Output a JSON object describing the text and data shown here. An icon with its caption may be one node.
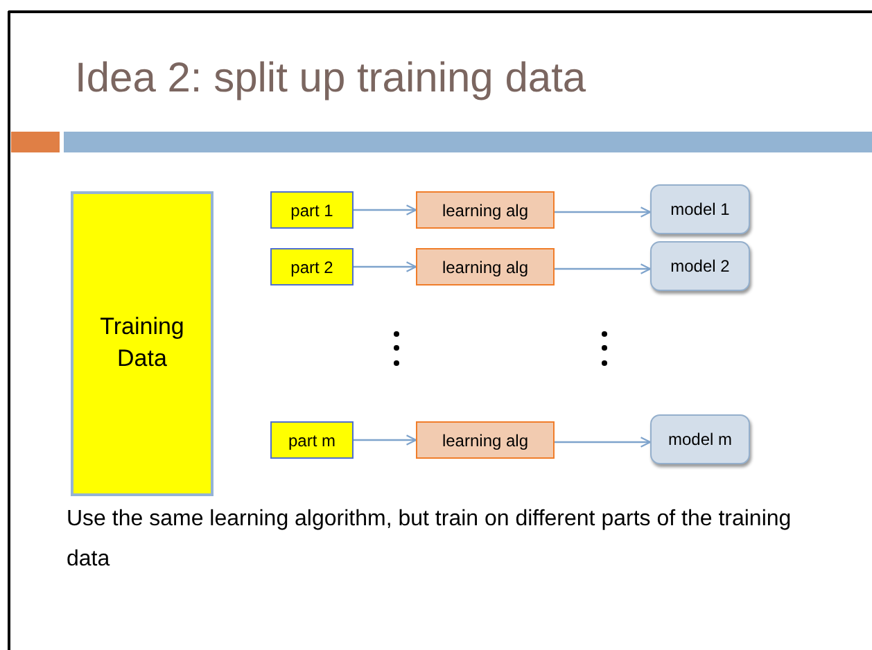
{
  "diagram": {
    "title": "Idea 2: split up training data",
    "nodes": [
      {
        "text": [
          "Training Data"
        ]
      },
      {
        "text": [
          "part 1"
        ]
      },
      {
        "text": [
          "learning alg"
        ]
      },
      {
        "text": [
          "model 1"
        ]
      },
      {
        "text": [
          "part 2"
        ]
      },
      {
        "text": [
          "learning alg"
        ]
      },
      {
        "text": [
          "model 2"
        ]
      },
      {
        "text": [
          "part m"
        ]
      },
      {
        "text": [
          "learning alg"
        ]
      },
      {
        "text": [
          "model m"
        ]
      }
    ],
    "edges": [
      {
        "from": 1,
        "to": 2,
        "arrow": "to"
      },
      {
        "from": 2,
        "to": 3,
        "arrow": "to"
      },
      {
        "from": 4,
        "to": 5,
        "arrow": "to"
      },
      {
        "from": 5,
        "to": 6,
        "arrow": "to"
      },
      {
        "from": 7,
        "to": 8,
        "arrow": "to"
      },
      {
        "from": 8,
        "to": 9,
        "arrow": "to"
      }
    ],
    "labels": [
      "Use the same learning algorithm, but train on different parts of the training data"
    ]
  }
}
